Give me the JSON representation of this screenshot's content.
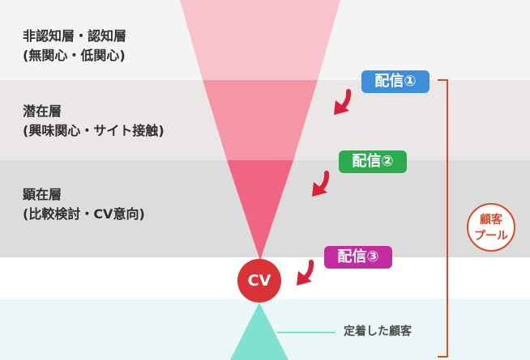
{
  "layers": [
    {
      "line1": "非認知層・認知層",
      "line2": "(無関心・低関心)"
    },
    {
      "line1": "潜在層",
      "line2": "(興味関心・サイト接触)"
    },
    {
      "line1": "顕在層",
      "line2": "(比較検討・CV意向)"
    }
  ],
  "deliveries": [
    {
      "label": "配信①",
      "color": "#3d8fd9"
    },
    {
      "label": "配信②",
      "color": "#2daa4e"
    },
    {
      "label": "配信③",
      "color": "#c22c9e"
    }
  ],
  "cv_label": "CV",
  "pool": {
    "line1": "顧客",
    "line2": "プール",
    "color": "#d94a26"
  },
  "retained_label": "定着した顧客",
  "colors": {
    "funnel_top": "#f9c3cd",
    "funnel_mid": "#f596a7",
    "funnel_bottom": "#f06682",
    "arrow": "#d9213a",
    "retained_triangle": "#7fe1cf"
  }
}
